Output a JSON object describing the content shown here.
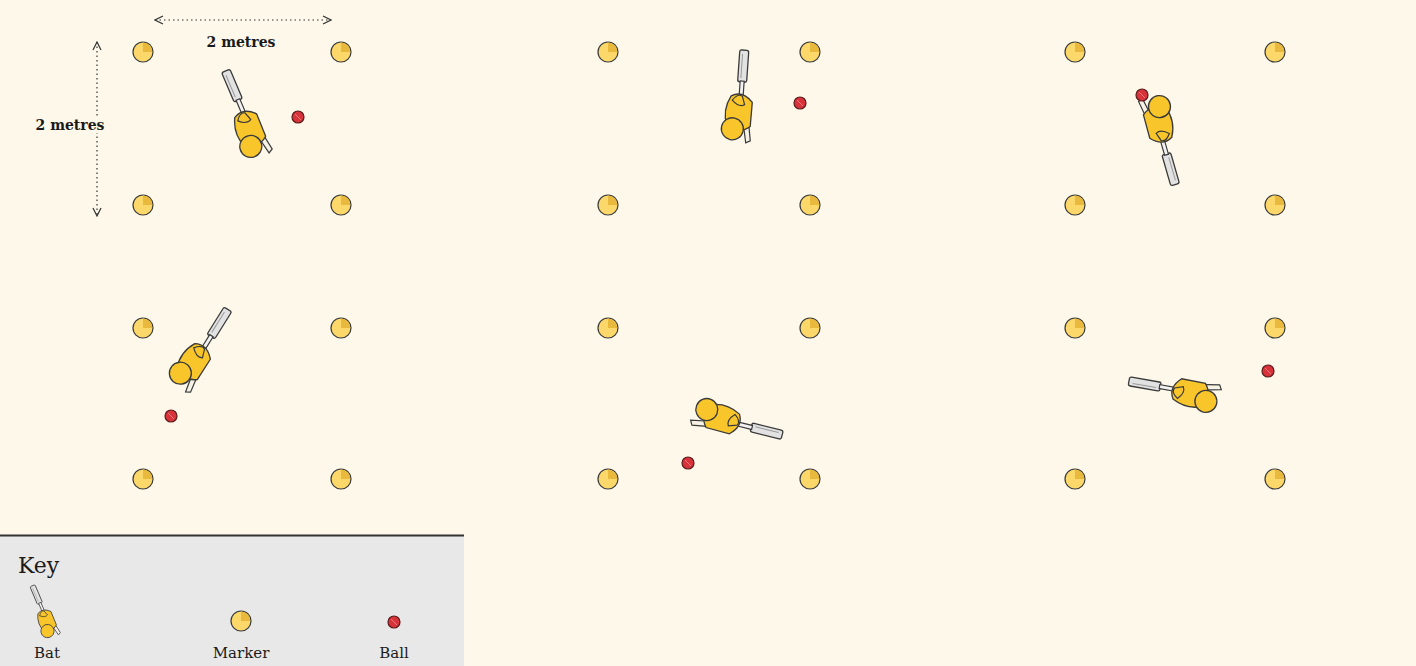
{
  "diagram": {
    "labels": [
      "2 metres",
      "2 metres",
      "Key"
    ],
    "legend": [
      {
        "text": "Bat"
      },
      {
        "text": "Marker"
      },
      {
        "text": "Ball"
      }
    ]
  }
}
